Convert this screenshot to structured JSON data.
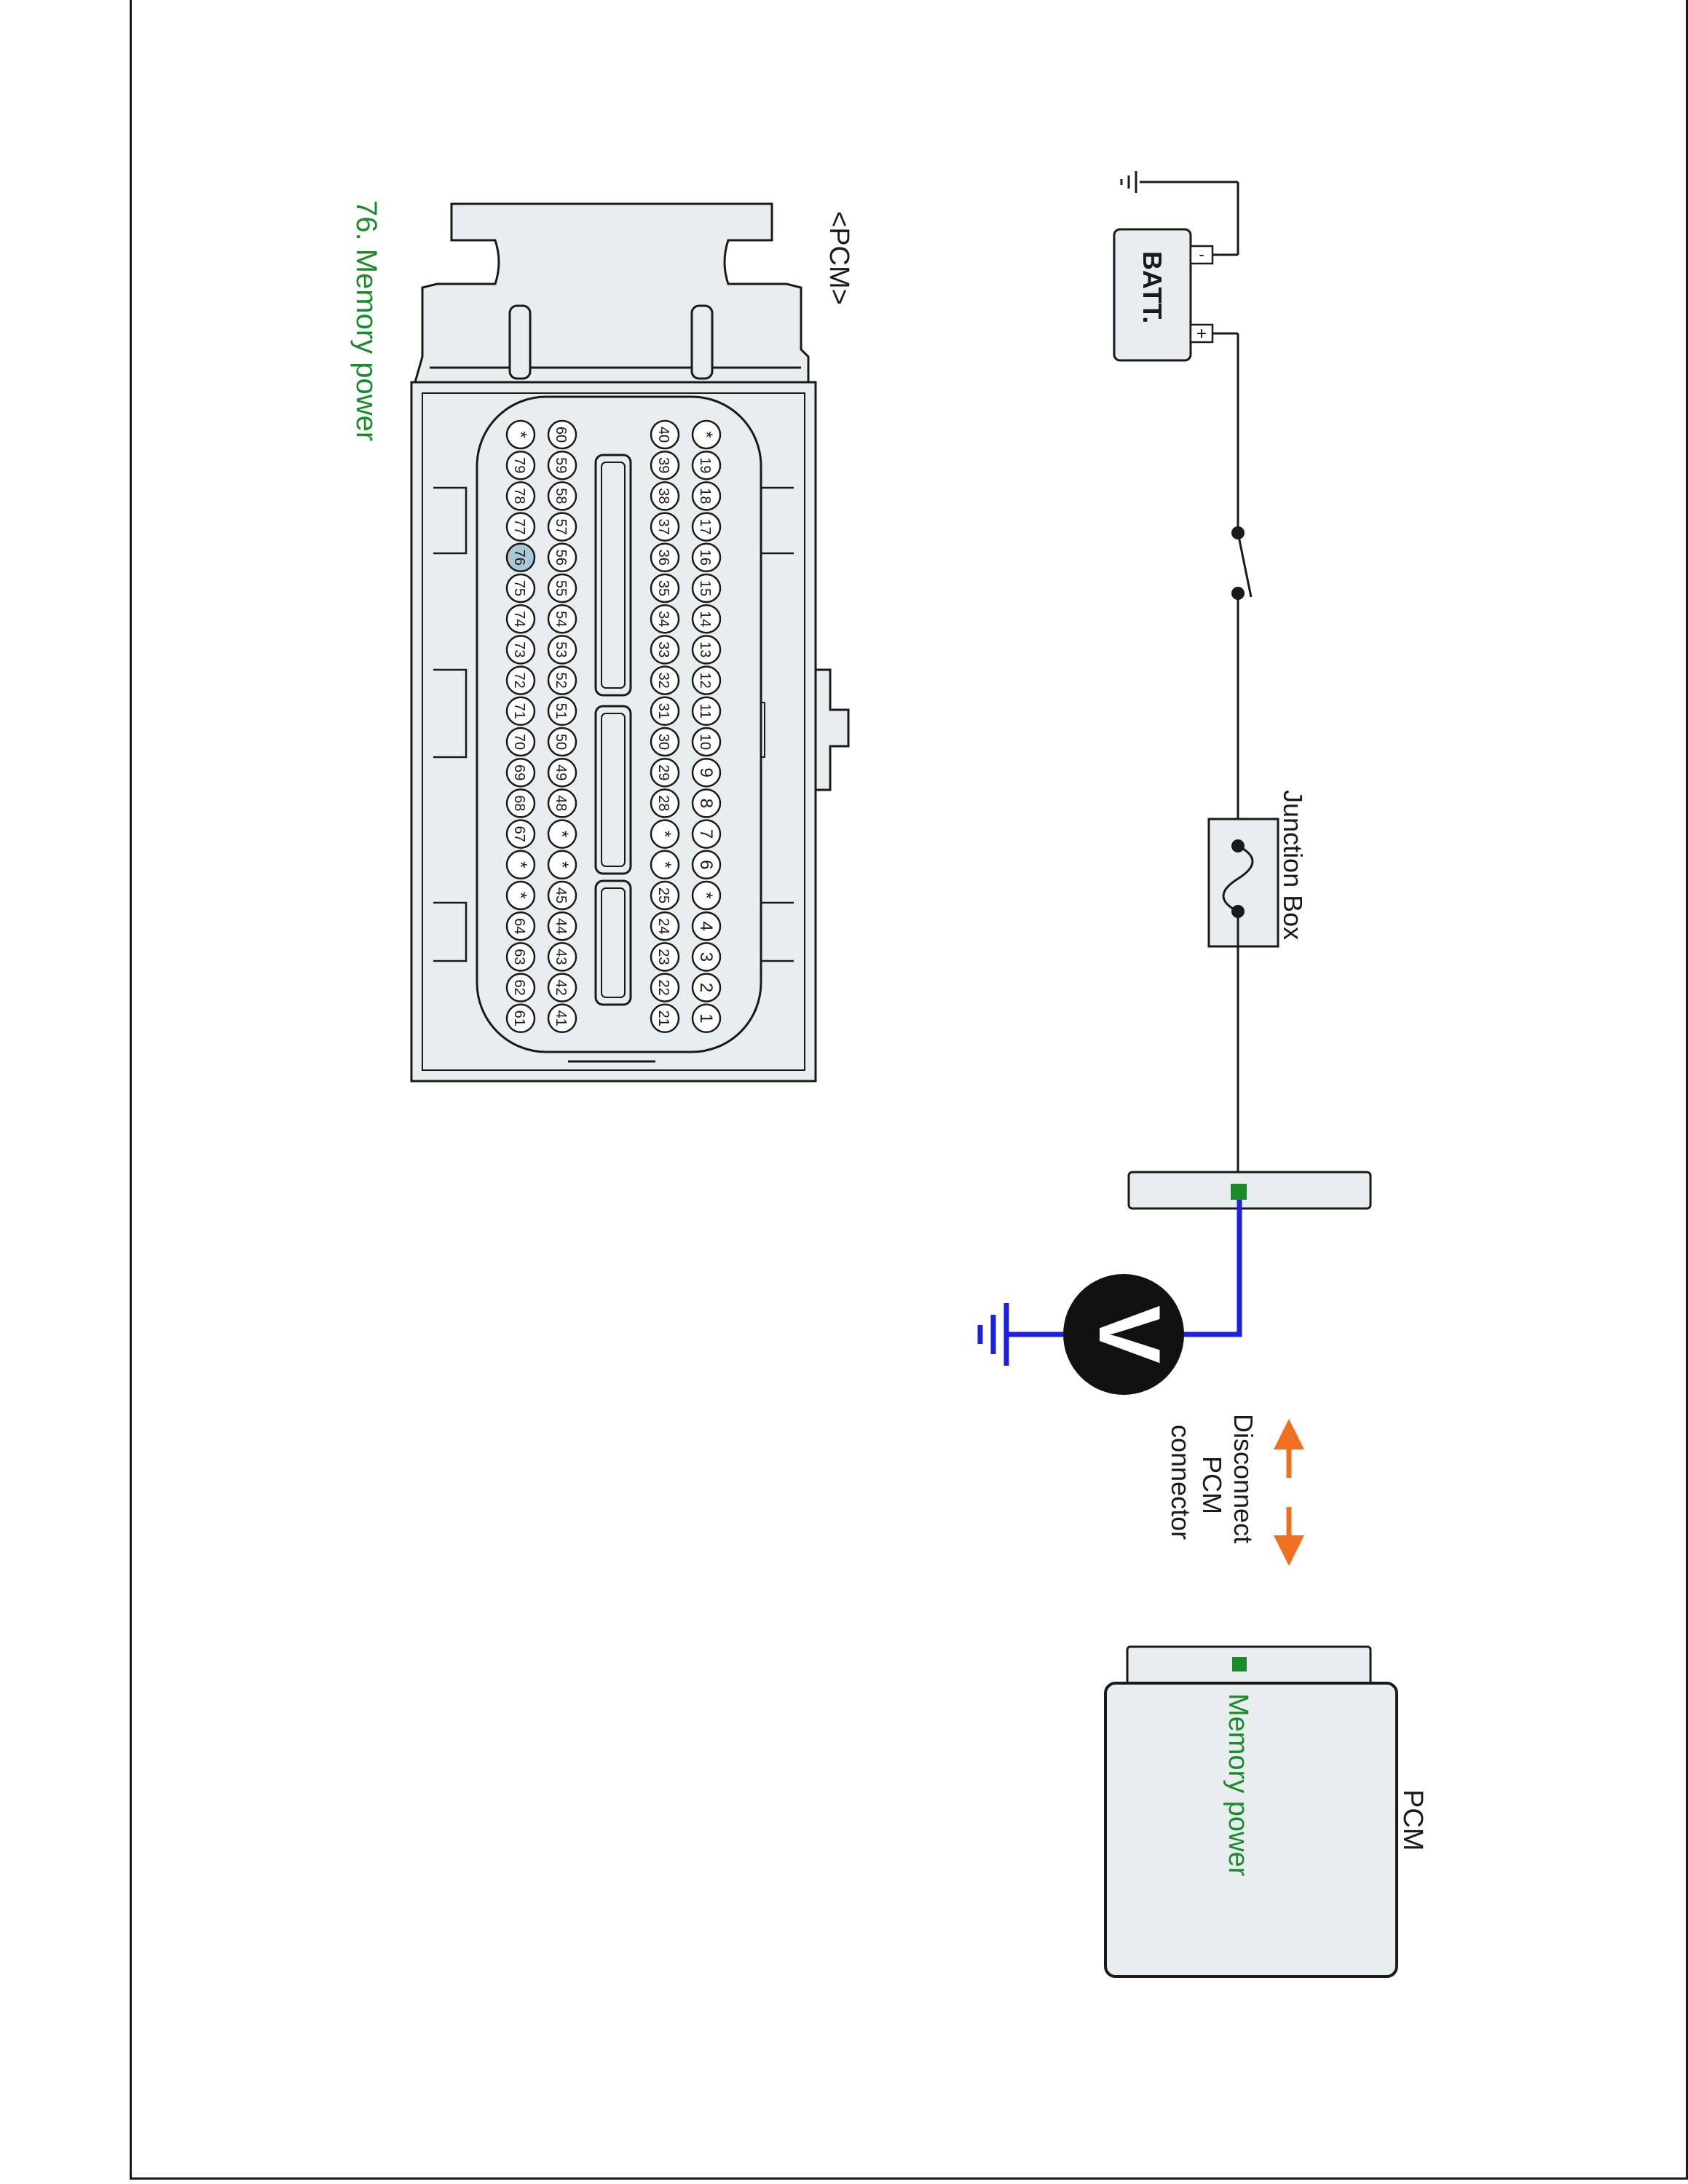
{
  "colors": {
    "stroke": "#1a1a1a",
    "fill_light": "#e8eef0",
    "fill_outline": "#d8e2e6",
    "accent_green": "#1a8a2a",
    "wire_blue": "#1f1fe0",
    "arrow_orange": "#f07020",
    "pin_highlight": "#a9c7d6"
  },
  "connector": {
    "title": "<PCM>",
    "caption": "76. Memory power",
    "highlight_pin": "76",
    "row_a": [
      "*",
      "19",
      "18",
      "17",
      "16",
      "15",
      "14",
      "13",
      "12",
      "11",
      "10",
      "9",
      "8",
      "7",
      "6",
      "*",
      "4",
      "3",
      "2",
      "1"
    ],
    "row_b": [
      "40",
      "39",
      "38",
      "37",
      "36",
      "35",
      "34",
      "33",
      "32",
      "31",
      "30",
      "29",
      "28",
      "*",
      "*",
      "25",
      "24",
      "23",
      "22",
      "21"
    ],
    "row_c": [
      "60",
      "59",
      "58",
      "57",
      "56",
      "55",
      "54",
      "53",
      "52",
      "51",
      "50",
      "49",
      "48",
      "*",
      "*",
      "45",
      "44",
      "43",
      "42",
      "41"
    ],
    "row_d": [
      "*",
      "79",
      "78",
      "77",
      "76",
      "75",
      "74",
      "73",
      "72",
      "71",
      "70",
      "69",
      "68",
      "67",
      "*",
      "*",
      "64",
      "63",
      "62",
      "61"
    ]
  },
  "circuit": {
    "battery_label": "BATT.",
    "battery_plus": "+",
    "battery_minus": "-",
    "junction_box_label": "Junction Box",
    "meter_symbol": "V",
    "disconnect_label": [
      "Disconnect",
      "PCM",
      "connector"
    ]
  },
  "pcm": {
    "title": "PCM",
    "pin_label": "Memory power"
  }
}
